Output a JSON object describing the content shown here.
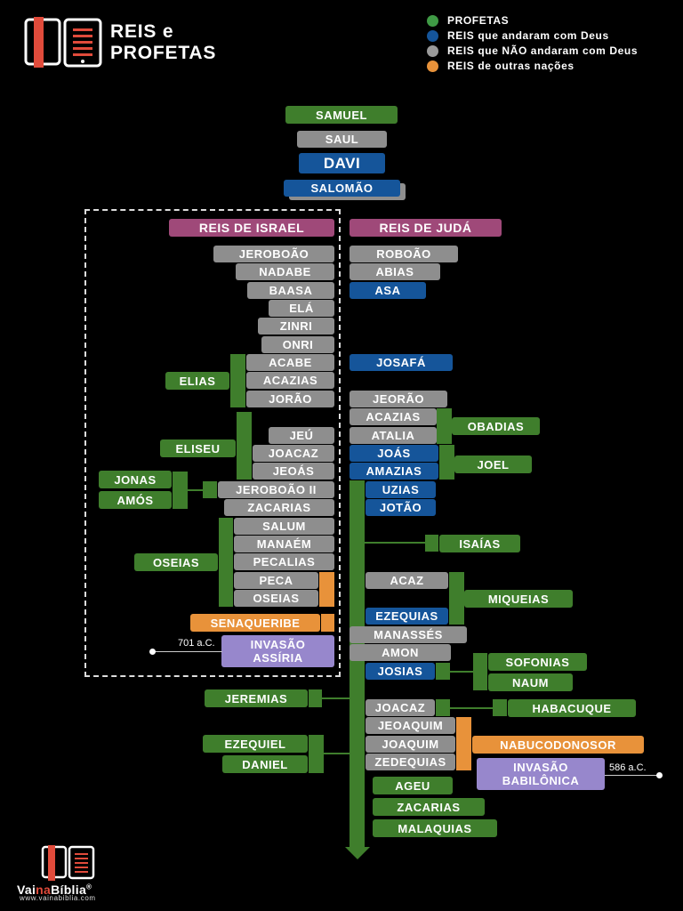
{
  "header": {
    "title_line1": "REIS e",
    "title_line2": "PROFETAS"
  },
  "legend": [
    {
      "label": "PROFETAS",
      "color": "#3f9a45"
    },
    {
      "label": "REIS que andaram com Deus",
      "color": "#15559a"
    },
    {
      "label": "REIS que NÃO andaram com Deus",
      "color": "#9a9a9a"
    },
    {
      "label": "REIS de outras nações",
      "color": "#e8923a"
    }
  ],
  "united": {
    "samuel": "SAMUEL",
    "saul": "SAUL",
    "davi": "DAVI",
    "salomao": "SALOMÃO"
  },
  "headers": {
    "israel": "REIS DE ISRAEL",
    "juda": "REIS DE JUDÁ"
  },
  "israel": {
    "jeroboao": "JEROBOÃO",
    "nadabe": "NADABE",
    "baasa": "BAASA",
    "ela": "ELÁ",
    "zinri": "ZINRI",
    "onri": "ONRI",
    "acabe": "ACABE",
    "acazias": "ACAZIAS",
    "jorao": "JORÃO",
    "jeu": "JEÚ",
    "joacaz": "JOACAZ",
    "jeoas": "JEOÁS",
    "jeroboao2": "JEROBOÃO II",
    "zacarias": "ZACARIAS",
    "salum": "SALUM",
    "manaem": "MANAÉM",
    "pecalias": "PECALIAS",
    "peca": "PECA",
    "oseias": "OSEIAS"
  },
  "juda": {
    "roboao": "ROBOÃO",
    "abias": "ABIAS",
    "asa": "ASA",
    "josafa": "JOSAFÁ",
    "jeorao": "JEORÃO",
    "acazias": "ACAZIAS",
    "atalia": "ATALIA",
    "joas": "JOÁS",
    "amazias": "AMAZIAS",
    "uzias": "UZIAS",
    "jotao": "JOTÃO",
    "acaz": "ACAZ",
    "ezequias": "EZEQUIAS",
    "manasses": "MANASSÉS",
    "amon": "AMON",
    "josias": "JOSIAS",
    "joacaz": "JOACAZ",
    "jeoaquim": "JEOAQUIM",
    "joaquim": "JOAQUIM",
    "zedequias": "ZEDEQUIAS"
  },
  "prophets": {
    "elias": "ELIAS",
    "eliseu": "ELISEU",
    "jonas": "JONAS",
    "amos": "AMÓS",
    "oseias": "OSEIAS",
    "obadias": "OBADIAS",
    "joel": "JOEL",
    "isaias": "ISAÍAS",
    "miqueias": "MIQUEIAS",
    "sofonias": "SOFONIAS",
    "naum": "NAUM",
    "habacuque": "HABACUQUE",
    "jeremias": "JEREMIAS",
    "ezequiel": "EZEQUIEL",
    "daniel": "DANIEL",
    "ageu": "AGEU",
    "zacarias": "ZACARIAS",
    "malaquias": "MALAQUIAS"
  },
  "foreign": {
    "senaqueribe": "SENAQUERIBE",
    "nabucodonosor": "NABUCODONOSOR"
  },
  "invasions": {
    "assiria_line1": "INVASÃO",
    "assiria_line2": "ASSÍRIA",
    "assiria_date": "701 a.C.",
    "babilonia_line1": "INVASÃO",
    "babilonia_line2": "BABILÔNICA",
    "babilonia_date": "586 a.C."
  },
  "footer": {
    "brand_a": "Vai",
    "brand_b": "na",
    "brand_c": "Bíblia",
    "reg": "®",
    "url": "www.vainabiblia.com"
  }
}
